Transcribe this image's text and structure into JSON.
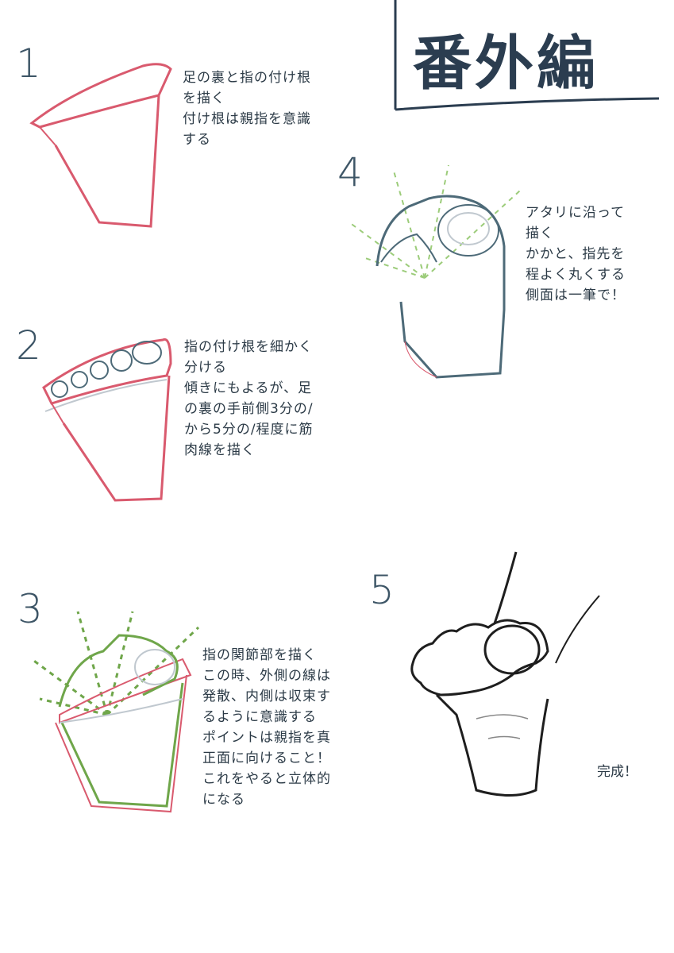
{
  "title": "番外編",
  "steps": [
    {
      "number": "1",
      "text": "足の裏と指の付け根\nを描く\n付け根は親指を意識\nする"
    },
    {
      "number": "2",
      "text": "指の付け根を細かく\n分ける\n傾きにもよるが、足\nの裏の手前側3分の/\nから5分の/程度に筋\n肉線を描く"
    },
    {
      "number": "3",
      "text": "指の関節部を描く\nこの時、外側の線は\n発散、内側は収束す\nるように意識する\nポイントは親指を真\n正面に向けること！\nこれをやると立体的\nになる"
    },
    {
      "number": "4",
      "text": "アタリに沿って\n描く\nかかと、指先を\n程よく丸くする\n側面は一筆で！"
    },
    {
      "number": "5",
      "text": "完成！"
    }
  ],
  "colors": {
    "accent_red": "#d95a6e",
    "accent_green": "#6fa64a",
    "line_blue": "#4d6a78",
    "ink": "#1e1e1e"
  }
}
